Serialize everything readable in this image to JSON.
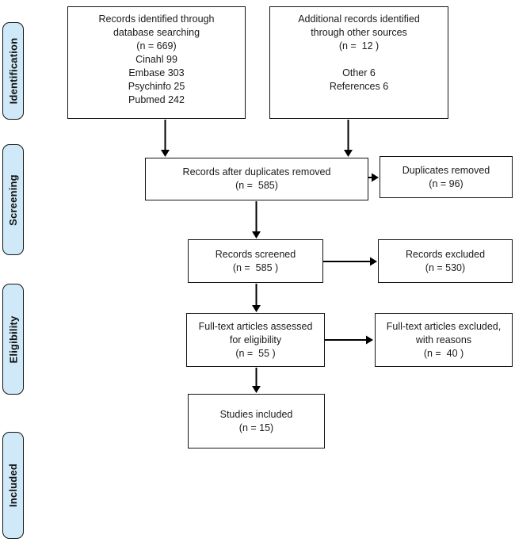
{
  "stages": {
    "identification": "Identification",
    "screening": "Screening",
    "eligibility": "Eligibility",
    "included": "Included"
  },
  "boxes": {
    "records_identified": {
      "lines": [
        "Records identified through",
        "database searching",
        "(n = 669)",
        "Cinahl 99",
        "Embase 303",
        "Psychinfo 25",
        "Pubmed 242"
      ],
      "n": 669
    },
    "additional_records": {
      "lines": [
        "Additional records identified",
        "through other sources",
        "(n =  12 )",
        "",
        "Other 6",
        "References 6"
      ],
      "n": 12
    },
    "after_duplicates": {
      "lines": [
        "Records after duplicates removed",
        "(n =  585)"
      ],
      "n": 585
    },
    "duplicates_removed": {
      "lines": [
        "Duplicates removed",
        "(n = 96)"
      ],
      "n": 96
    },
    "records_screened": {
      "lines": [
        "Records screened",
        "(n =  585 )"
      ],
      "n": 585
    },
    "records_excluded": {
      "lines": [
        "Records excluded",
        "(n = 530)"
      ],
      "n": 530
    },
    "fulltext_assessed": {
      "lines": [
        "Full-text articles assessed",
        "for eligibility",
        "(n =  55 )"
      ],
      "n": 55
    },
    "fulltext_excluded": {
      "lines": [
        "Full-text articles excluded,",
        "with reasons",
        "(n =  40 )"
      ],
      "n": 40
    },
    "studies_included": {
      "lines": [
        "Studies included",
        "(n = 15)"
      ],
      "n": 15
    }
  },
  "colors": {
    "stage_fill": "#cfe9f8",
    "stage_border": "#141414",
    "box_fill": "#ffffff",
    "box_border": "#141414",
    "arrow": "#000000",
    "background": "#ffffff"
  }
}
